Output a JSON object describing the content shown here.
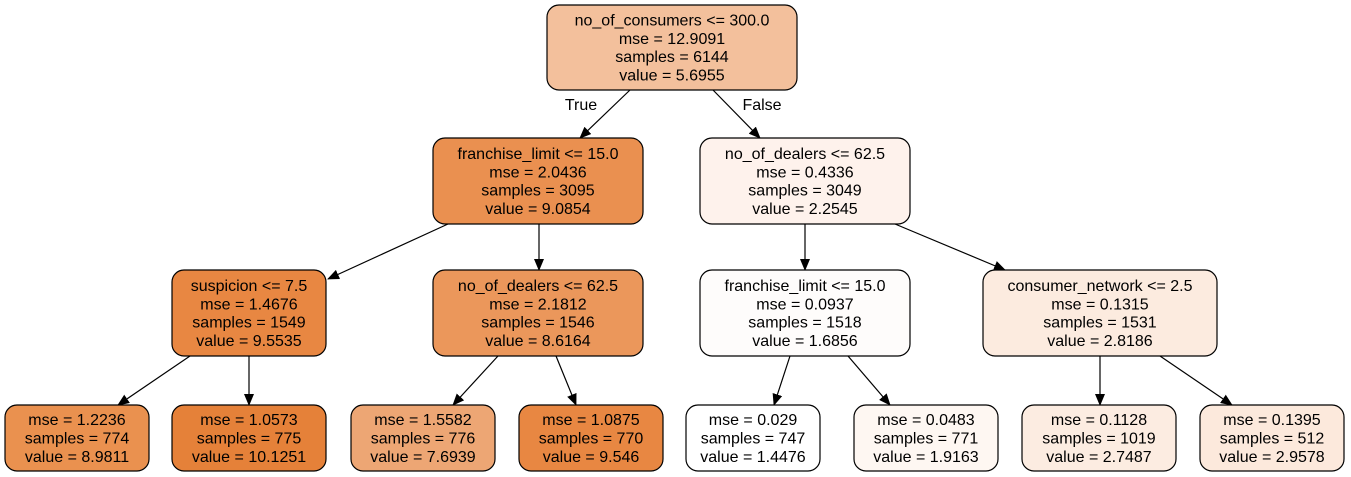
{
  "nodes": [
    {
      "id": "n0",
      "lines": [
        "no_of_consumers <= 300.0",
        "mse = 12.9091",
        "samples = 6144",
        "value = 5.6955"
      ],
      "fill": "#f3c09c"
    },
    {
      "id": "n1",
      "lines": [
        "franchise_limit <= 15.0",
        "mse = 2.0436",
        "samples = 3095",
        "value = 9.0854"
      ],
      "fill": "#ea9050"
    },
    {
      "id": "n2",
      "lines": [
        "no_of_dealers <= 62.5",
        "mse = 0.4336",
        "samples = 3049",
        "value = 2.2545"
      ],
      "fill": "#fef2ec"
    },
    {
      "id": "n3",
      "lines": [
        "suspicion <= 7.5",
        "mse = 1.4676",
        "samples = 1549",
        "value = 9.5535"
      ],
      "fill": "#e88742"
    },
    {
      "id": "n4",
      "lines": [
        "no_of_dealers <= 62.5",
        "mse = 2.1812",
        "samples = 1546",
        "value = 8.6164"
      ],
      "fill": "#eb975b"
    },
    {
      "id": "n5",
      "lines": [
        "franchise_limit <= 15.0",
        "mse = 0.0937",
        "samples = 1518",
        "value = 1.6856"
      ],
      "fill": "#fefcfb"
    },
    {
      "id": "n6",
      "lines": [
        "consumer_network <= 2.5",
        "mse = 0.1315",
        "samples = 1531",
        "value = 2.8186"
      ],
      "fill": "#fcebdf"
    },
    {
      "id": "n7",
      "lines": [
        "mse = 1.2236",
        "samples = 774",
        "value = 8.9811"
      ],
      "fill": "#ea914f"
    },
    {
      "id": "n8",
      "lines": [
        "mse = 1.0573",
        "samples = 775",
        "value = 10.1251"
      ],
      "fill": "#e58139"
    },
    {
      "id": "n9",
      "lines": [
        "mse = 1.5582",
        "samples = 776",
        "value = 7.6939"
      ],
      "fill": "#eda674"
    },
    {
      "id": "n10",
      "lines": [
        "mse = 1.0875",
        "samples = 770",
        "value = 9.546"
      ],
      "fill": "#e88742"
    },
    {
      "id": "n11",
      "lines": [
        "mse = 0.029",
        "samples = 747",
        "value = 1.4476"
      ],
      "fill": "#ffffff"
    },
    {
      "id": "n12",
      "lines": [
        "mse = 0.0483",
        "samples = 771",
        "value = 1.9163"
      ],
      "fill": "#fef7f2"
    },
    {
      "id": "n13",
      "lines": [
        "mse = 0.1128",
        "samples = 1019",
        "value = 2.7487"
      ],
      "fill": "#fcece1"
    },
    {
      "id": "n14",
      "lines": [
        "mse = 0.1395",
        "samples = 512",
        "value = 2.9578"
      ],
      "fill": "#fce9dc"
    }
  ],
  "edges": [
    {
      "from": "n0",
      "to": "n1",
      "label": "True"
    },
    {
      "from": "n0",
      "to": "n2",
      "label": "False"
    },
    {
      "from": "n1",
      "to": "n3",
      "label": ""
    },
    {
      "from": "n1",
      "to": "n4",
      "label": ""
    },
    {
      "from": "n2",
      "to": "n5",
      "label": ""
    },
    {
      "from": "n2",
      "to": "n6",
      "label": ""
    },
    {
      "from": "n3",
      "to": "n7",
      "label": ""
    },
    {
      "from": "n3",
      "to": "n8",
      "label": ""
    },
    {
      "from": "n4",
      "to": "n9",
      "label": ""
    },
    {
      "from": "n4",
      "to": "n10",
      "label": ""
    },
    {
      "from": "n5",
      "to": "n11",
      "label": ""
    },
    {
      "from": "n5",
      "to": "n12",
      "label": ""
    },
    {
      "from": "n6",
      "to": "n13",
      "label": ""
    },
    {
      "from": "n6",
      "to": "n14",
      "label": ""
    }
  ]
}
